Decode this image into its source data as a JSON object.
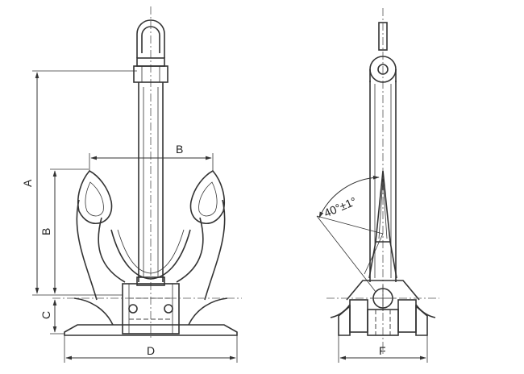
{
  "drawing": {
    "dimensions": {
      "A": "A",
      "B_height": "B",
      "B_width": "B",
      "C": "C",
      "D": "D",
      "F": "F"
    },
    "angle_label": "40°±1°"
  }
}
